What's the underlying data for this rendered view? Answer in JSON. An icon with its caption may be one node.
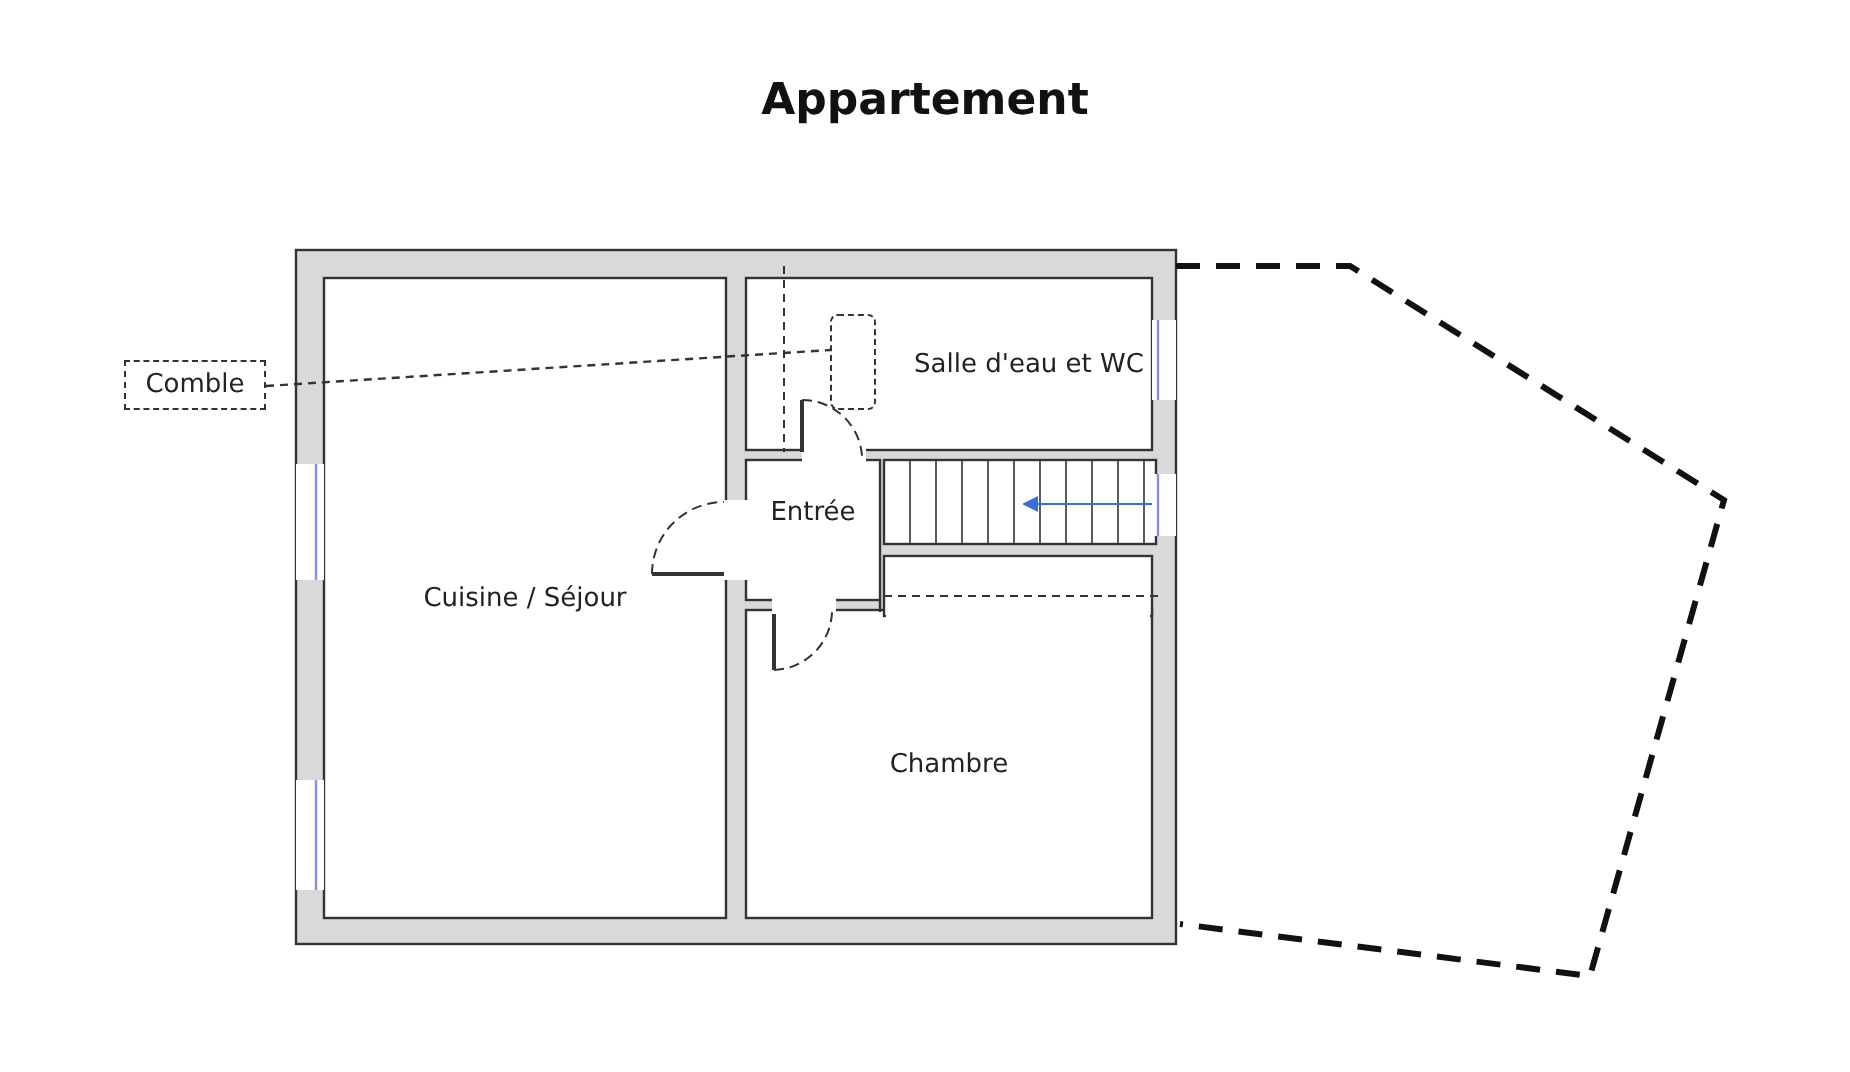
{
  "diagram": {
    "title": "Appartement",
    "nodes": [
      {
        "text": [
          "Comble"
        ]
      },
      {
        "text": [
          "Cuisine / Séjour"
        ]
      },
      {
        "text": [
          "Salle d'eau et WC"
        ]
      },
      {
        "text": [],
        "shape": "box",
        "in": 2
      },
      {
        "text": [
          "Entrée"
        ]
      },
      {
        "text": [
          "Chambre"
        ]
      }
    ],
    "edges": [
      {
        "from": 0,
        "to": 3,
        "arrow": "none",
        "style": "dashed"
      }
    ]
  }
}
